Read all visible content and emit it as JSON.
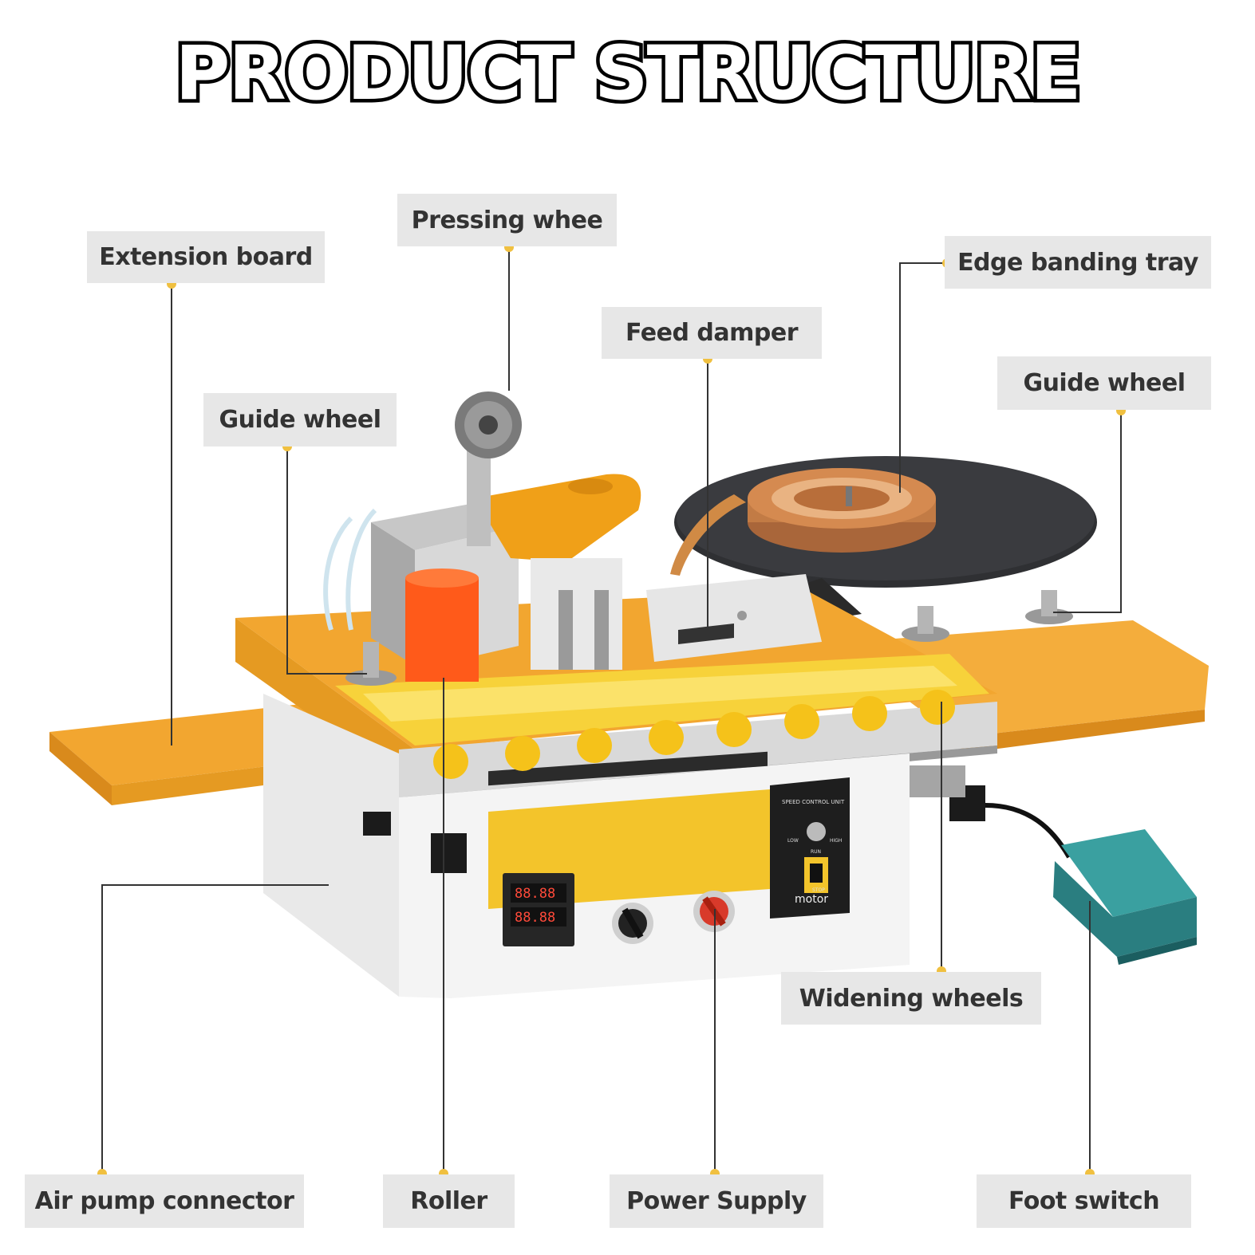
{
  "title": "PRODUCT STRUCTURE",
  "colors": {
    "accent_dot": "#f0c040",
    "line": "#333333",
    "label_bg": "#e7e7e7",
    "machine_orange": "#f2a630",
    "machine_yellow": "#f7d23a",
    "pedal": "#3aa0a0"
  },
  "labels": {
    "extension_board": "Extension board",
    "pressing_wheel": "Pressing whee",
    "edge_banding_tray": "Edge banding tray",
    "feed_damper": "Feed damper",
    "guide_wheel_left": "Guide wheel",
    "guide_wheel_right": "Guide wheel",
    "widening_wheels": "Widening wheels",
    "air_pump_connector": "Air pump connector",
    "roller": "Roller",
    "power_supply": "Power Supply",
    "foot_switch": "Foot switch"
  },
  "panel": {
    "speed_unit": "SPEED CONTROL UNIT",
    "motor": "motor",
    "low": "LOW",
    "high": "HIGH",
    "run": "RUN",
    "stop": "STOP",
    "display_top": "88.88",
    "display_bottom": "88.88"
  }
}
